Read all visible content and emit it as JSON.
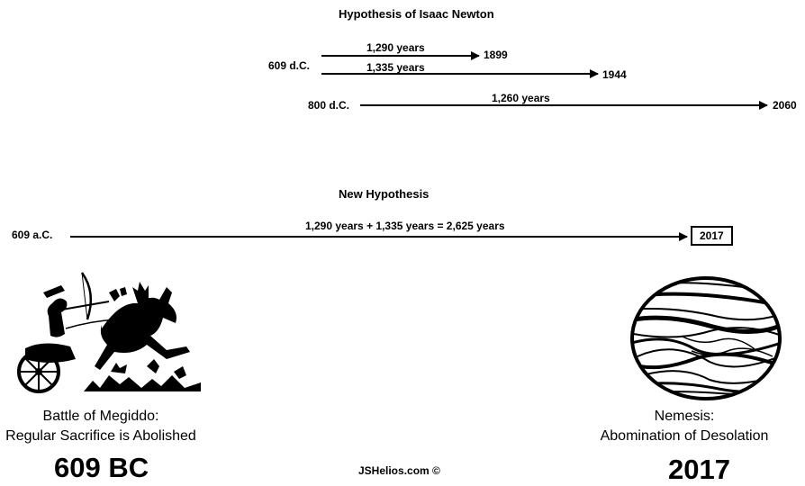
{
  "newton": {
    "title": "Hypothesis of Isaac Newton",
    "start_a": "609 d.C.",
    "arrow1_label": "1,290 years",
    "arrow1_end": "1899",
    "arrow2_label": "1,335 years",
    "arrow2_end": "1944",
    "start_b": "800 d.C.",
    "arrow3_label": "1,260 years",
    "arrow3_end": "2060"
  },
  "new_hypothesis": {
    "title": "New Hypothesis",
    "start": "609 a.C.",
    "label": "1,290 years + 1,335 years = 2,625 years",
    "end": "2017"
  },
  "left_panel": {
    "caption_line1": "Battle of Megiddo:",
    "caption_line2": "Regular Sacrifice is Abolished",
    "year": "609 BC"
  },
  "right_panel": {
    "caption_line1": "Nemesis:",
    "caption_line2": "Abomination  of Desolation",
    "year": "2017"
  },
  "credit": "JSHelios.com  ©"
}
